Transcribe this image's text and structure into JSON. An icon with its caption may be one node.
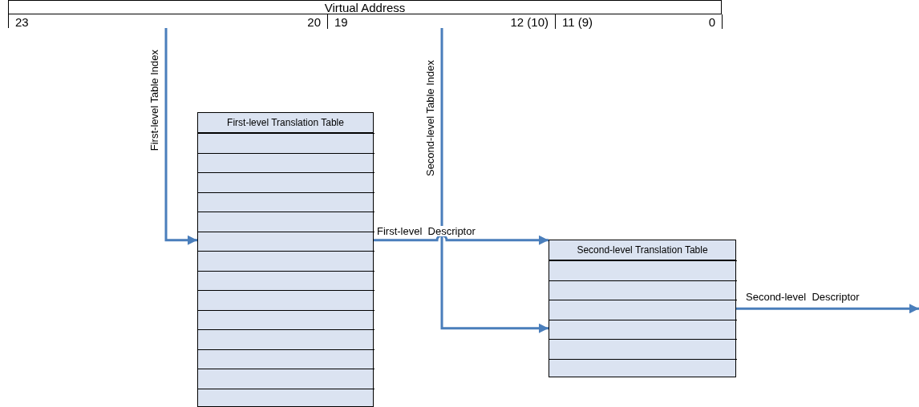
{
  "diagram": {
    "nodes": [
      {
        "text": [
          "Virtual Address"
        ]
      },
      {
        "text": [
          "23",
          "20"
        ],
        "in": 0
      },
      {
        "text": [
          "19",
          "12 (10)"
        ],
        "in": 0
      },
      {
        "text": [
          "11 (9)",
          "0"
        ],
        "in": 0
      },
      {
        "text": [
          "First-level Translation Table"
        ]
      },
      {
        "text": [],
        "shape": "box",
        "in": 4
      },
      {
        "text": [],
        "shape": "box",
        "in": 4
      },
      {
        "text": [],
        "shape": "box",
        "in": 4
      },
      {
        "text": [],
        "shape": "box",
        "in": 4
      },
      {
        "text": [],
        "shape": "box",
        "in": 4
      },
      {
        "text": [],
        "shape": "box",
        "in": 4
      },
      {
        "text": [],
        "shape": "box",
        "in": 4
      },
      {
        "text": [],
        "shape": "box",
        "in": 4
      },
      {
        "text": [],
        "shape": "box",
        "in": 4
      },
      {
        "text": [],
        "shape": "box",
        "in": 4
      },
      {
        "text": [],
        "shape": "box",
        "in": 4
      },
      {
        "text": [],
        "shape": "box",
        "in": 4
      },
      {
        "text": [],
        "shape": "box",
        "in": 4
      },
      {
        "text": [],
        "shape": "box",
        "in": 4
      },
      {
        "text": [
          "Second-level Translation Table"
        ]
      },
      {
        "text": [],
        "shape": "box",
        "in": 19
      },
      {
        "text": [],
        "shape": "box",
        "in": 19
      },
      {
        "text": [],
        "shape": "box",
        "in": 19
      },
      {
        "text": [],
        "shape": "box",
        "in": 19
      },
      {
        "text": [],
        "shape": "box",
        "in": 19
      },
      {
        "text": [],
        "shape": "box",
        "in": 19
      }
    ],
    "edges": [
      {
        "from": 1,
        "to": 10,
        "arrow": "to",
        "label": "First-level Table Index"
      },
      {
        "from": 2,
        "to": 23,
        "arrow": "to",
        "label": "Second-level Table Index"
      },
      {
        "from": 10,
        "to": 19,
        "arrow": "to",
        "label": "First-level  Descriptor"
      },
      {
        "from": 22,
        "to": null,
        "arrow": "to",
        "label": "Second-level  Descriptor"
      }
    ]
  }
}
